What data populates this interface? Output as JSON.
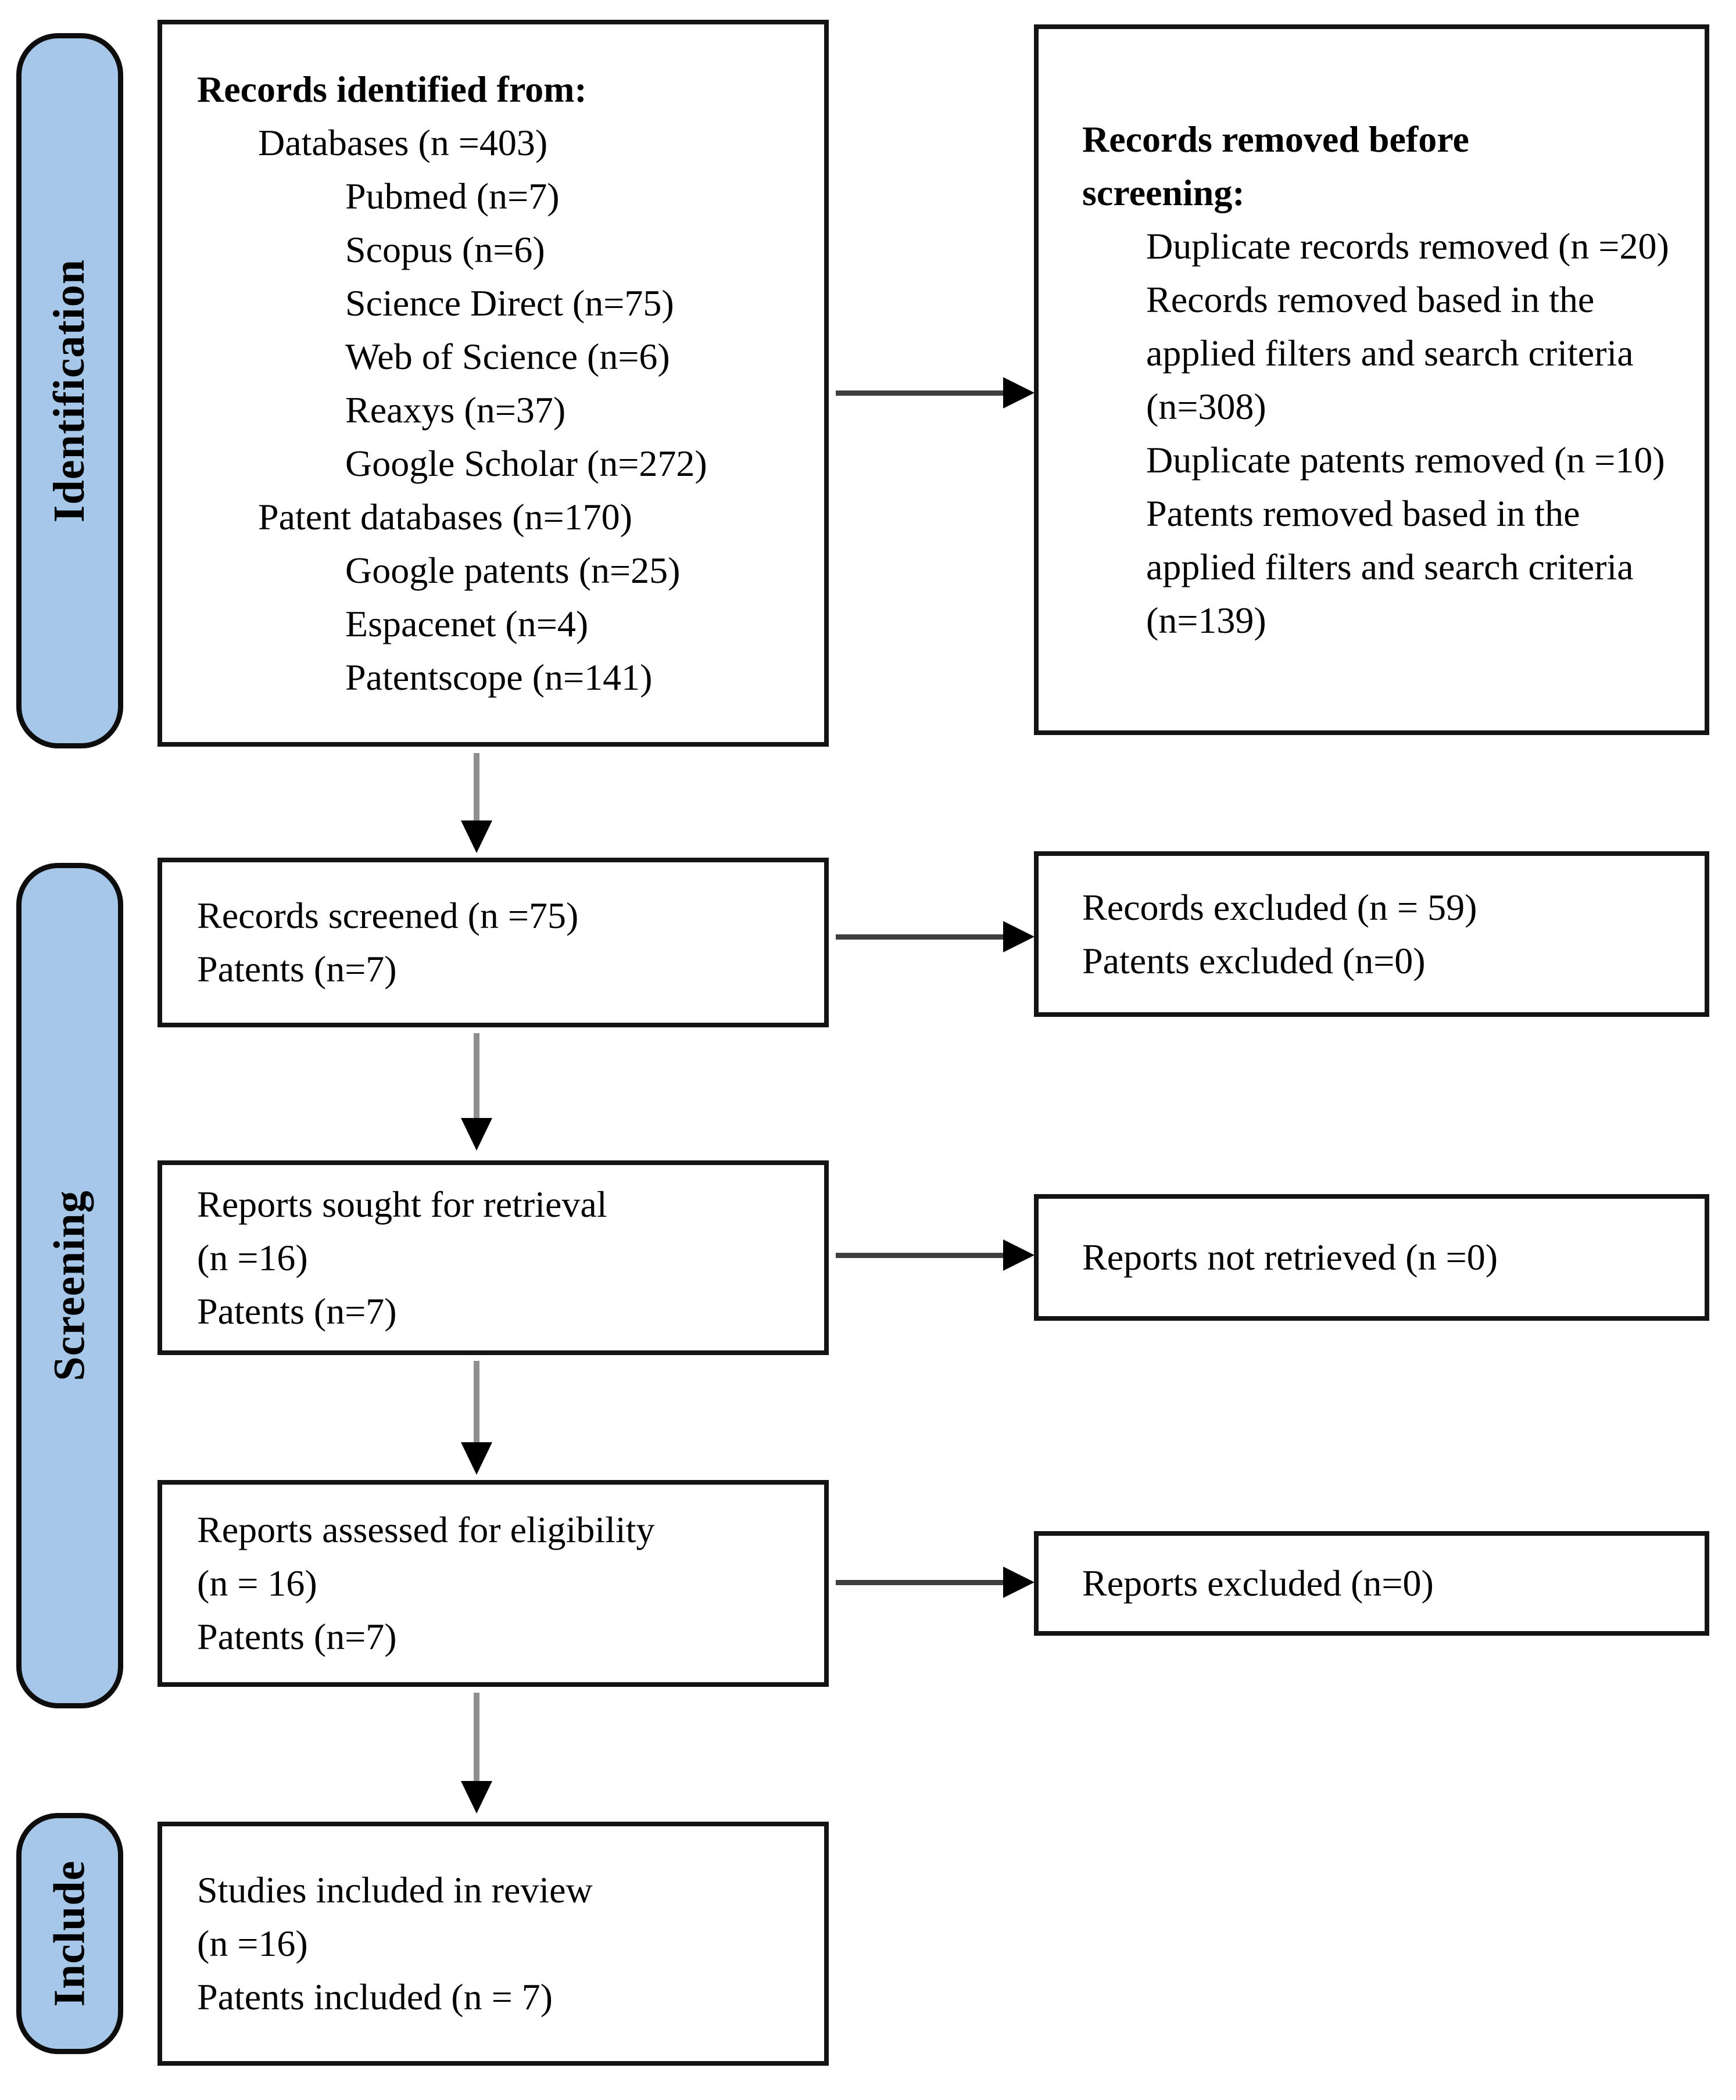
{
  "stages": [
    {
      "label": "Identification"
    },
    {
      "label": "Screening"
    },
    {
      "label": "Include"
    }
  ],
  "boxes": {
    "identified": {
      "title": "Records identified from:",
      "lines": [
        {
          "text": "Databases (n =403)",
          "indent": 1
        },
        {
          "text": "Pubmed (n=7)",
          "indent": 2
        },
        {
          "text": "Scopus (n=6)",
          "indent": 2
        },
        {
          "text": "Science Direct (n=75)",
          "indent": 2
        },
        {
          "text": "Web of Science (n=6)",
          "indent": 2
        },
        {
          "text": "Reaxys (n=37)",
          "indent": 2
        },
        {
          "text": "Google Scholar (n=272)",
          "indent": 2
        },
        {
          "text": "Patent databases (n=170)",
          "indent": 1
        },
        {
          "text": "Google patents (n=25)",
          "indent": 2
        },
        {
          "text": "Espacenet (n=4)",
          "indent": 2
        },
        {
          "text": "Patentscope (n=141)",
          "indent": 2
        }
      ]
    },
    "removed": {
      "title": "Records removed before screening:",
      "items": [
        "Duplicate records removed (n =20)",
        "Records removed based in the applied filters and search criteria (n=308)",
        "Duplicate patents removed (n =10)",
        "Patents removed based in the applied filters and search criteria (n=139)"
      ]
    },
    "screened": {
      "lines": [
        "Records screened (n =75)",
        "Patents (n=7)"
      ]
    },
    "records_excluded": {
      "lines": [
        "Records excluded (n = 59)",
        "Patents excluded (n=0)"
      ]
    },
    "sought": {
      "lines": [
        "Reports sought for retrieval",
        "(n =16)",
        "Patents (n=7)"
      ]
    },
    "not_retrieved": {
      "lines": [
        "Reports not retrieved (n =0)"
      ]
    },
    "assessed": {
      "lines": [
        "Reports assessed for eligibility",
        "(n = 16)",
        "Patents (n=7)"
      ]
    },
    "reports_excluded": {
      "lines": [
        "Reports excluded (n=0)"
      ]
    },
    "included": {
      "lines": [
        "Studies included in review",
        "(n =16)",
        "Patents included (n = 7)"
      ]
    }
  },
  "colors": {
    "background": "#ffffff",
    "text": "#000000",
    "stage_fill": "#a7c7e8",
    "stage_border": "#0d0d0d",
    "box_border": "#141414",
    "arrow_head": "#000000",
    "arrow_stem_vertical": "#8f8f8f",
    "arrow_stem_horizontal": "#3f3f3f"
  }
}
